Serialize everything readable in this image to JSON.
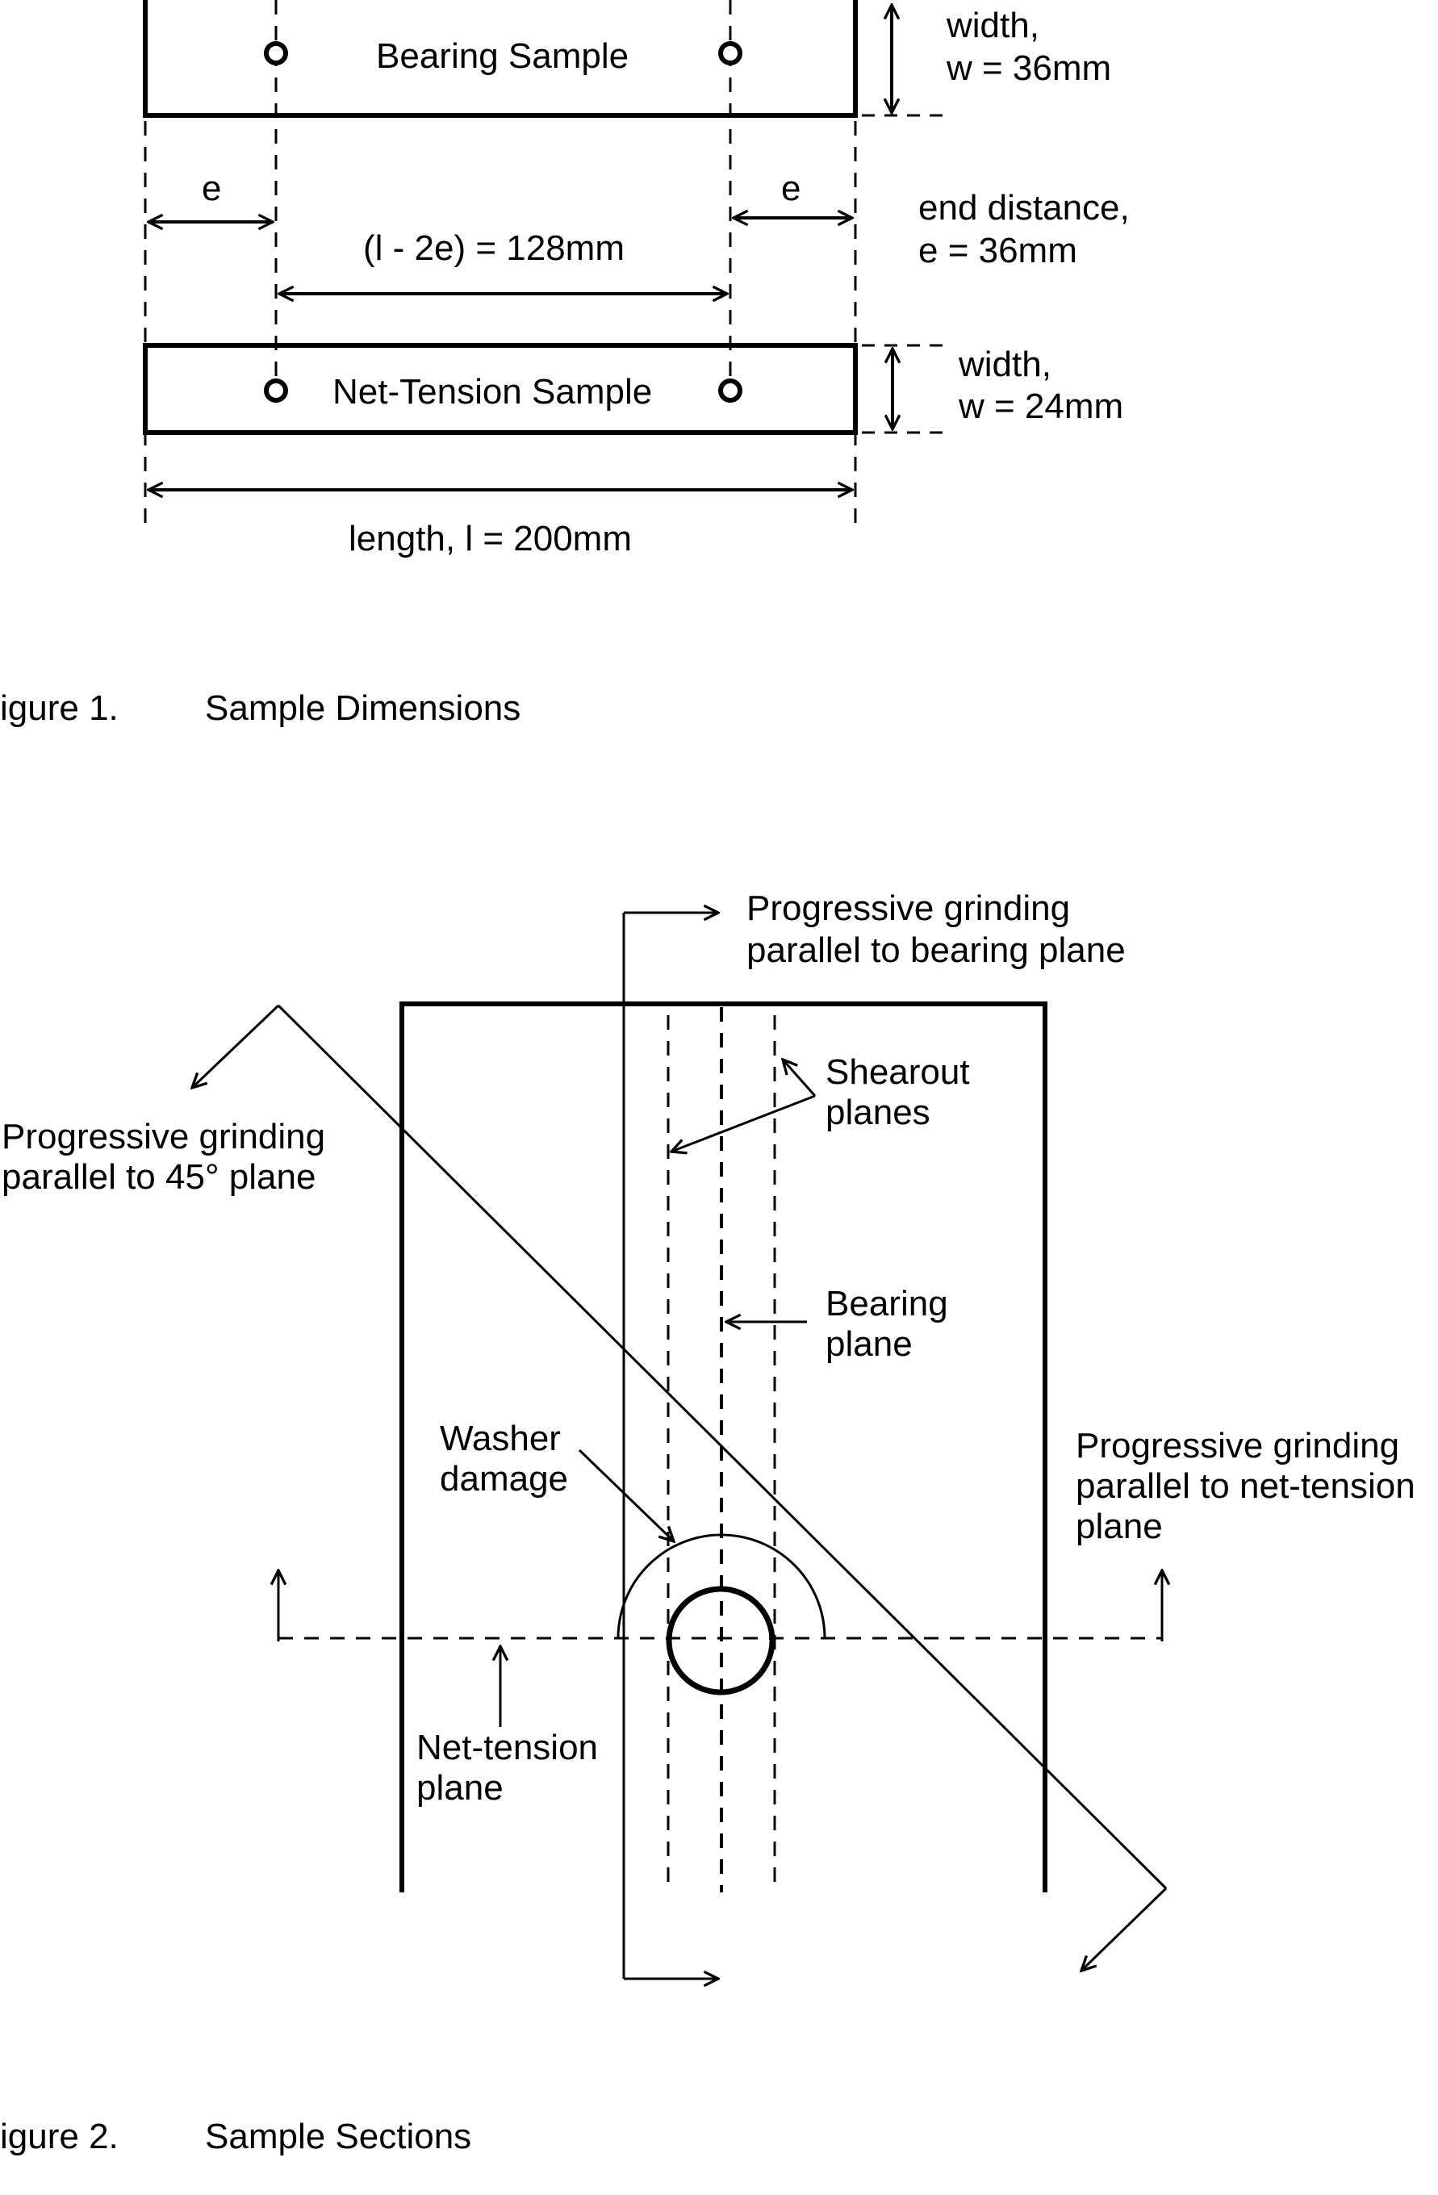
{
  "figure1": {
    "bearing_sample_label": "Bearing Sample",
    "net_tension_sample_label": "Net-Tension Sample",
    "width_top_line1": "width,",
    "width_top_line2": "w = 36mm",
    "e_left": "e",
    "e_right": "e",
    "end_distance_line1": "end distance,",
    "end_distance_line2": "e = 36mm",
    "inner_length": "(l - 2e) = 128mm",
    "width_bottom_line1": "width,",
    "width_bottom_line2": "w = 24mm",
    "length": "length, l = 200mm",
    "caption_number": "igure 1.",
    "caption_title": "Sample Dimensions"
  },
  "figure2": {
    "bearing_grinding_line1": "Progressive grinding",
    "bearing_grinding_line2": "parallel to bearing plane",
    "shearout_line1": "Shearout",
    "shearout_line2": "planes",
    "diag_grinding_line1": "Progressive grinding",
    "diag_grinding_line2": "parallel to 45° plane",
    "bearing_plane_line1": "Bearing",
    "bearing_plane_line2": "plane",
    "washer_line1": "Washer",
    "washer_line2": "damage",
    "net_grinding_line1": "Progressive grinding",
    "net_grinding_line2": "parallel to net-tension",
    "net_grinding_line3": "plane",
    "net_plane_line1": "Net-tension",
    "net_plane_line2": "plane",
    "caption_number": "igure 2.",
    "caption_title": "Sample Sections"
  }
}
